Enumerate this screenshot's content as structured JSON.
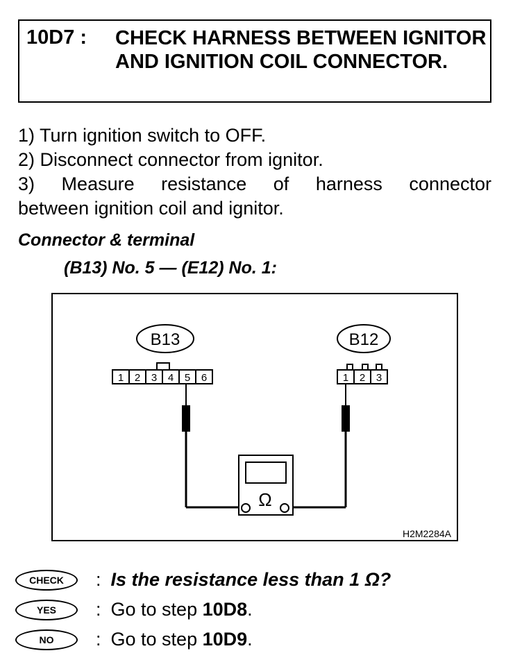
{
  "header": {
    "id": "10D7 :",
    "title": "CHECK HARNESS BETWEEN IGNITOR AND IGNITION COIL CONNECTOR."
  },
  "steps": [
    "1) Turn ignition switch to OFF.",
    "2) Disconnect connector from ignitor.",
    "3) Measure resistance of harness connector",
    "between ignition coil and ignitor."
  ],
  "connector_terminal": {
    "label": "Connector & terminal",
    "value": "(B13) No. 5 — (E12) No. 1:"
  },
  "figure": {
    "left_connector": "B13",
    "left_pins": [
      "1",
      "2",
      "3",
      "4",
      "5",
      "6"
    ],
    "right_connector": "B12",
    "right_pins": [
      "1",
      "2",
      "3"
    ],
    "meter_symbol": "Ω",
    "figure_code": "H2M2284A"
  },
  "answers": [
    {
      "badge": "CHECK",
      "text_prefix": "Is the resistance less than 1 Ω?",
      "step": ""
    },
    {
      "badge": "YES",
      "text_prefix": "Go to step ",
      "step": "10D8",
      "suffix": "."
    },
    {
      "badge": "NO",
      "text_prefix": "Go to step ",
      "step": "10D9",
      "suffix": "."
    }
  ]
}
